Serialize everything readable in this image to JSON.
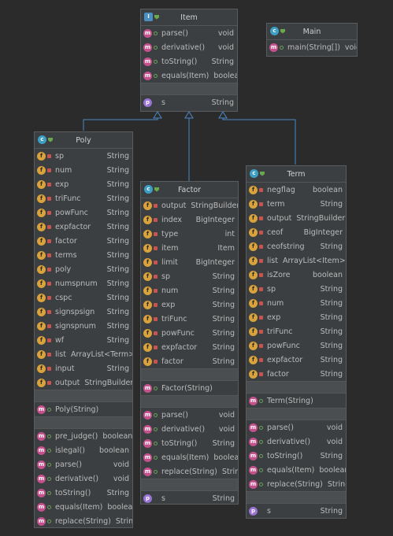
{
  "classes": {
    "item": {
      "name": "Item",
      "kind": "interface",
      "methods": [
        {
          "name": "parse()",
          "type": "void"
        },
        {
          "name": "derivative()",
          "type": "void"
        },
        {
          "name": "toString()",
          "type": "String"
        },
        {
          "name": "equals(Item)",
          "type": "boolean"
        }
      ],
      "properties": [
        {
          "name": "s",
          "type": "String"
        }
      ]
    },
    "main": {
      "name": "Main",
      "kind": "class",
      "methods": [
        {
          "name": "main(String[])",
          "type": "void"
        }
      ]
    },
    "poly": {
      "name": "Poly",
      "kind": "class",
      "fields": [
        {
          "name": "sp",
          "type": "String"
        },
        {
          "name": "num",
          "type": "String"
        },
        {
          "name": "exp",
          "type": "String"
        },
        {
          "name": "triFunc",
          "type": "String"
        },
        {
          "name": "powFunc",
          "type": "String"
        },
        {
          "name": "expfactor",
          "type": "String"
        },
        {
          "name": "factor",
          "type": "String"
        },
        {
          "name": "terms",
          "type": "String"
        },
        {
          "name": "poly",
          "type": "String"
        },
        {
          "name": "numspnum",
          "type": "String"
        },
        {
          "name": "cspc",
          "type": "String"
        },
        {
          "name": "signspsign",
          "type": "String"
        },
        {
          "name": "signspnum",
          "type": "String"
        },
        {
          "name": "wf",
          "type": "String"
        },
        {
          "name": "list",
          "type": "ArrayList<Term>"
        },
        {
          "name": "input",
          "type": "String"
        },
        {
          "name": "output",
          "type": "StringBuilder"
        }
      ],
      "constructors": [
        {
          "name": "Poly(String)",
          "type": ""
        }
      ],
      "methods": [
        {
          "name": "pre_judge()",
          "type": "boolean"
        },
        {
          "name": "islegal()",
          "type": "boolean"
        },
        {
          "name": "parse()",
          "type": "void"
        },
        {
          "name": "derivative()",
          "type": "void"
        },
        {
          "name": "toString()",
          "type": "String"
        },
        {
          "name": "equals(Item)",
          "type": "boolean"
        },
        {
          "name": "replace(String)",
          "type": "String"
        }
      ]
    },
    "factor": {
      "name": "Factor",
      "kind": "class",
      "fields": [
        {
          "name": "output",
          "type": "StringBuilder"
        },
        {
          "name": "index",
          "type": "BigInteger"
        },
        {
          "name": "type",
          "type": "int"
        },
        {
          "name": "item",
          "type": "Item"
        },
        {
          "name": "limit",
          "type": "BigInteger"
        },
        {
          "name": "sp",
          "type": "String"
        },
        {
          "name": "num",
          "type": "String"
        },
        {
          "name": "exp",
          "type": "String"
        },
        {
          "name": "triFunc",
          "type": "String"
        },
        {
          "name": "powFunc",
          "type": "String"
        },
        {
          "name": "expfactor",
          "type": "String"
        },
        {
          "name": "factor",
          "type": "String"
        }
      ],
      "constructors": [
        {
          "name": "Factor(String)",
          "type": ""
        }
      ],
      "methods": [
        {
          "name": "parse()",
          "type": "void"
        },
        {
          "name": "derivative()",
          "type": "void"
        },
        {
          "name": "toString()",
          "type": "String"
        },
        {
          "name": "equals(Item)",
          "type": "boolean"
        },
        {
          "name": "replace(String)",
          "type": "String"
        }
      ],
      "properties": [
        {
          "name": "s",
          "type": "String"
        }
      ]
    },
    "term": {
      "name": "Term",
      "kind": "class",
      "fields": [
        {
          "name": "negflag",
          "type": "boolean"
        },
        {
          "name": "term",
          "type": "String"
        },
        {
          "name": "output",
          "type": "StringBuilder"
        },
        {
          "name": "ceof",
          "type": "BigInteger"
        },
        {
          "name": "ceofstring",
          "type": "String"
        },
        {
          "name": "list",
          "type": "ArrayList<Item>"
        },
        {
          "name": "isZore",
          "type": "boolean"
        },
        {
          "name": "sp",
          "type": "String"
        },
        {
          "name": "num",
          "type": "String"
        },
        {
          "name": "exp",
          "type": "String"
        },
        {
          "name": "triFunc",
          "type": "String"
        },
        {
          "name": "powFunc",
          "type": "String"
        },
        {
          "name": "expfactor",
          "type": "String"
        },
        {
          "name": "factor",
          "type": "String"
        }
      ],
      "constructors": [
        {
          "name": "Term(String)",
          "type": ""
        }
      ],
      "methods": [
        {
          "name": "parse()",
          "type": "void"
        },
        {
          "name": "derivative()",
          "type": "void"
        },
        {
          "name": "toString()",
          "type": "String"
        },
        {
          "name": "equals(Item)",
          "type": "boolean"
        },
        {
          "name": "replace(String)",
          "type": "String"
        }
      ],
      "properties": [
        {
          "name": "s",
          "type": "String"
        }
      ]
    }
  },
  "relations": [
    {
      "from": "poly",
      "to": "item",
      "kind": "implements"
    },
    {
      "from": "factor",
      "to": "item",
      "kind": "implements"
    },
    {
      "from": "term",
      "to": "item",
      "kind": "implements"
    }
  ],
  "colors": {
    "background": "#2b2b2b",
    "box": "#3c3f41",
    "edge": "#4a88c7",
    "field_badge": "#d9a23b",
    "method_badge": "#c4508c",
    "property_badge": "#9a72d4",
    "class_badge": "#3d9fc4"
  }
}
